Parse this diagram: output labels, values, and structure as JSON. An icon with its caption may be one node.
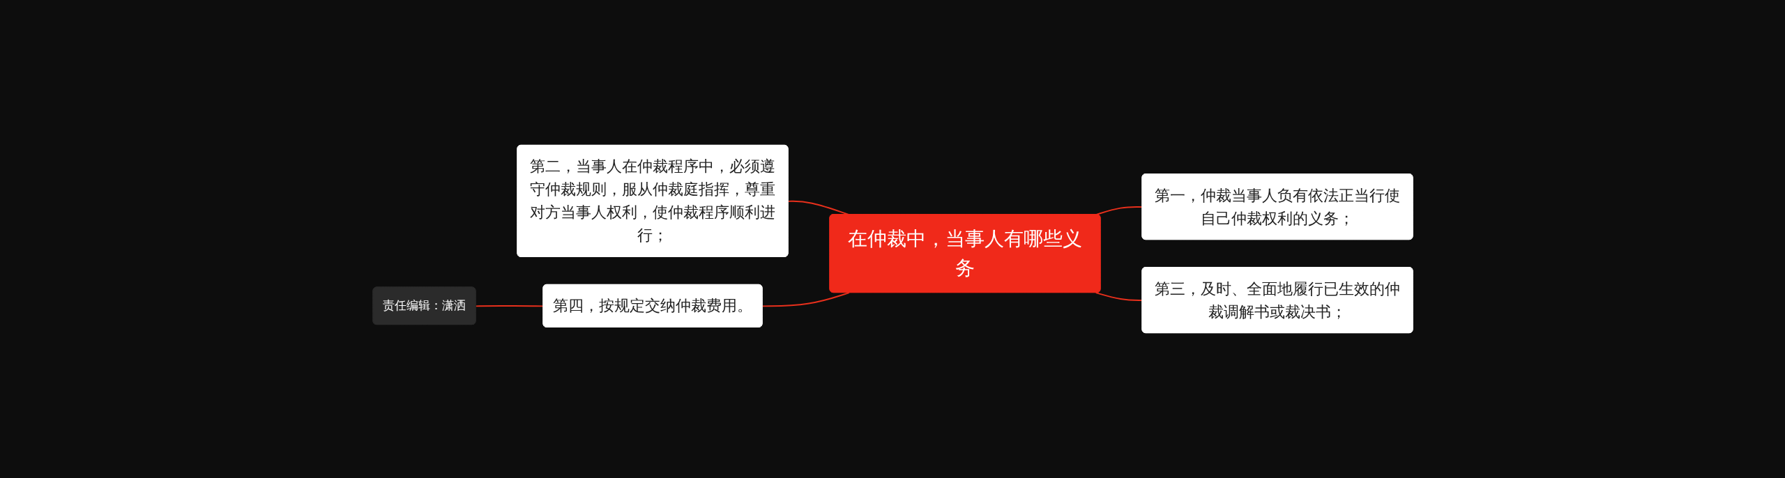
{
  "diagram": {
    "nodes": [
      {
        "text": [
          "在仲裁中，当事人有哪些义务"
        ]
      },
      {
        "text": [
          "第二，当事人在仲裁程序中，必须遵守仲裁规则，服从仲裁庭指挥，尊重对方当事人权利，使仲裁程序顺利进行；"
        ]
      },
      {
        "text": [
          "第四，按规定交纳仲裁费用。"
        ]
      },
      {
        "text": [
          "责任编辑：潇洒"
        ]
      },
      {
        "text": [
          "第一，仲裁当事人负有依法正当行使自己仲裁权利的义务；"
        ]
      },
      {
        "text": [
          "第三，及时、全面地履行已生效的仲裁调解书或裁决书；"
        ]
      }
    ],
    "edges": [
      {
        "from": 1,
        "to": 0,
        "arrow": "none"
      },
      {
        "from": 2,
        "to": 0,
        "arrow": "none"
      },
      {
        "from": 3,
        "to": 2,
        "arrow": "none"
      },
      {
        "from": 0,
        "to": 4,
        "arrow": "none"
      },
      {
        "from": 0,
        "to": 5,
        "arrow": "none"
      }
    ]
  }
}
